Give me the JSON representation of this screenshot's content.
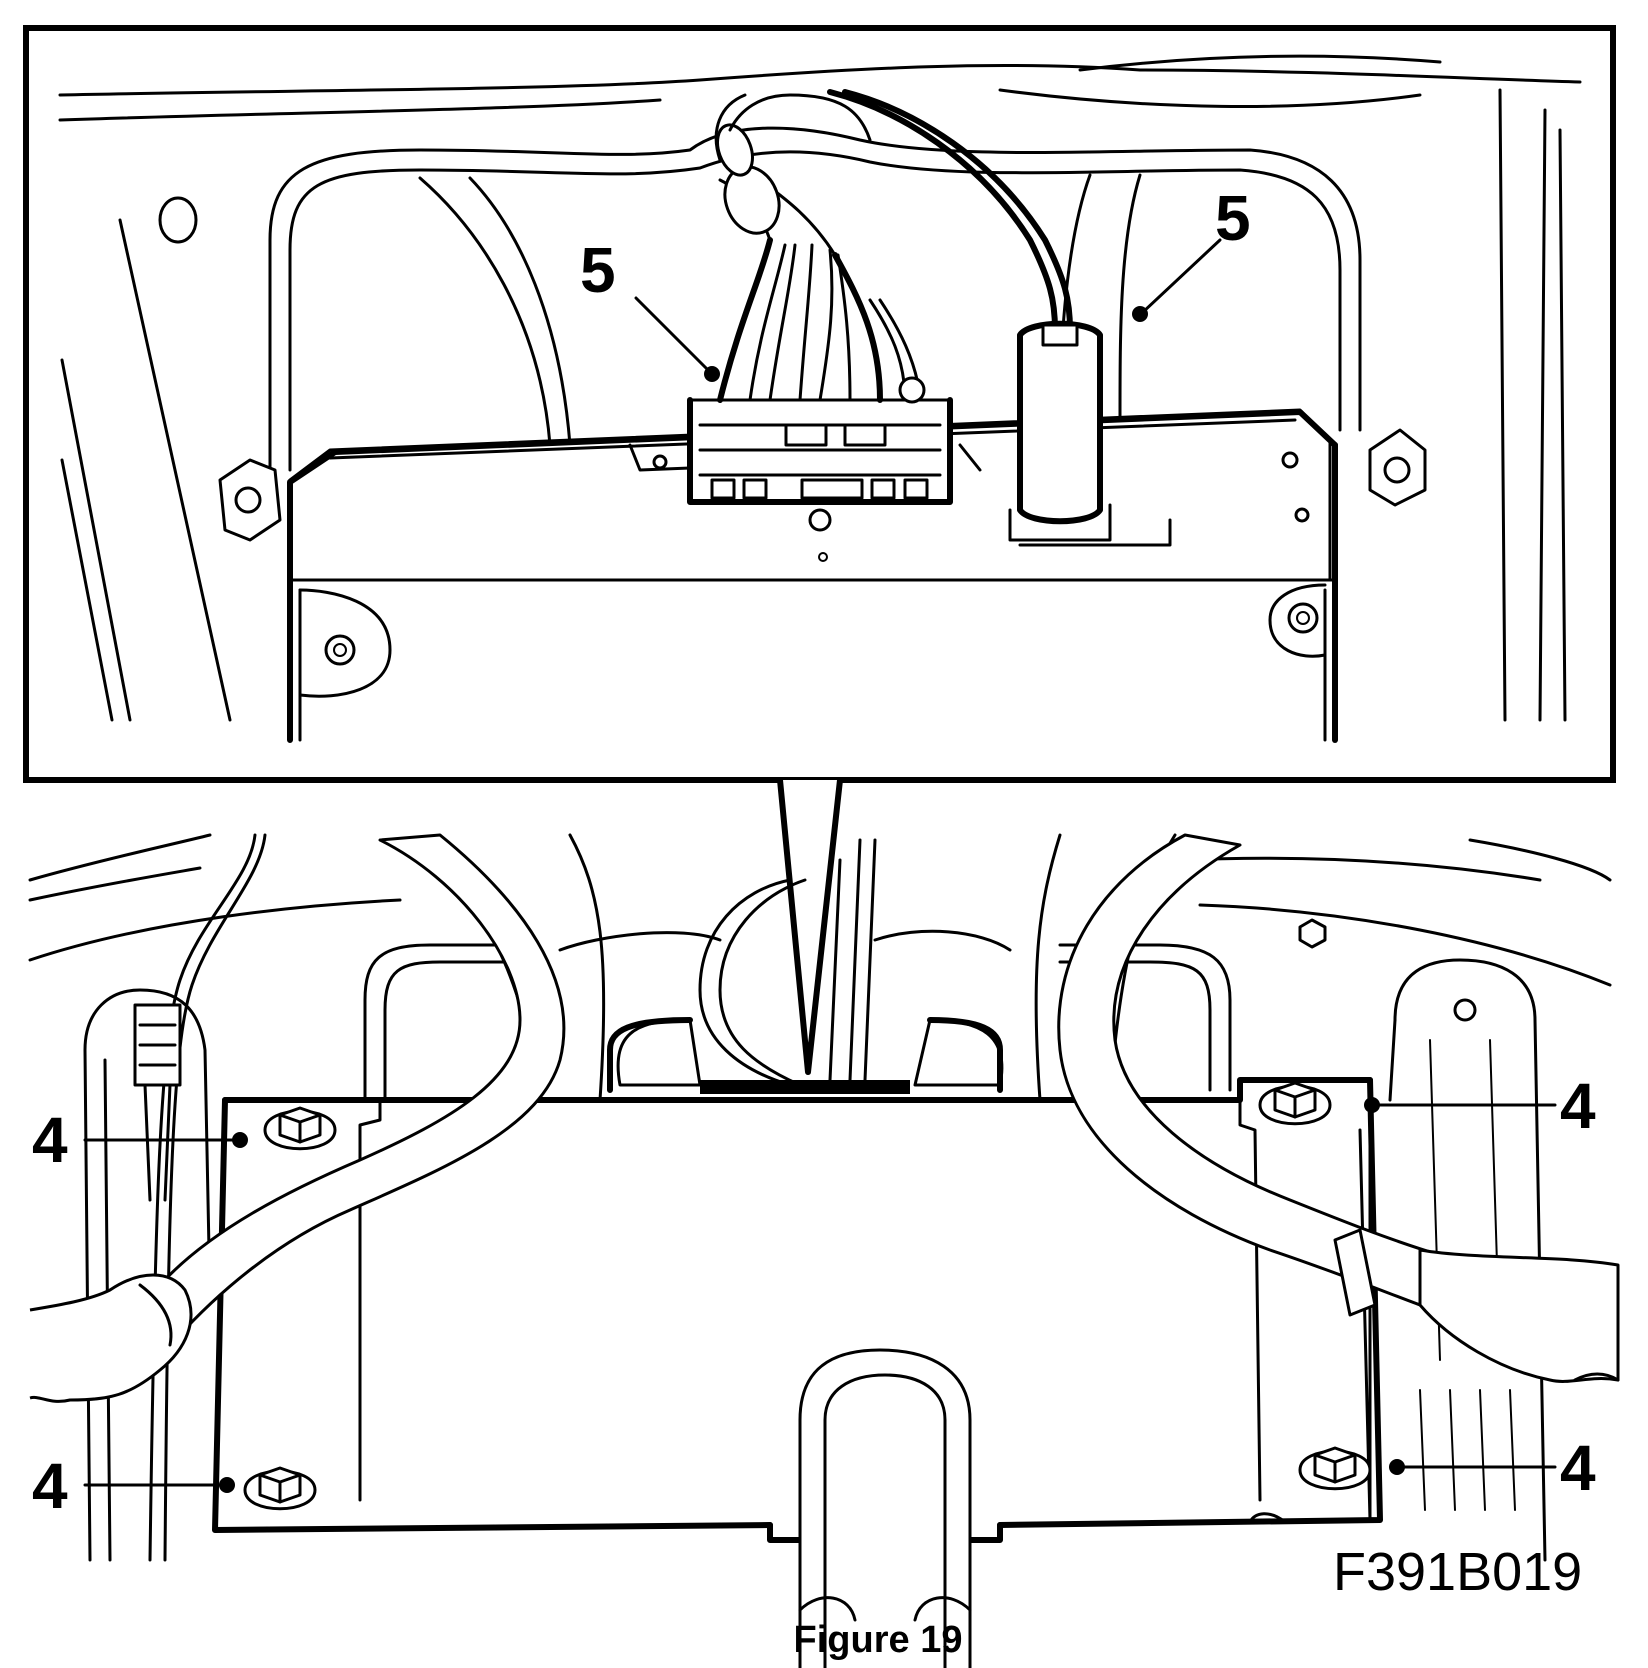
{
  "figure": {
    "caption": "Figure 19",
    "reference_code": "F391B019"
  },
  "callouts": {
    "detail": [
      {
        "label": "5"
      },
      {
        "label": "5"
      }
    ],
    "main": [
      {
        "label": "4"
      },
      {
        "label": "4"
      },
      {
        "label": "4"
      },
      {
        "label": "4"
      }
    ]
  }
}
